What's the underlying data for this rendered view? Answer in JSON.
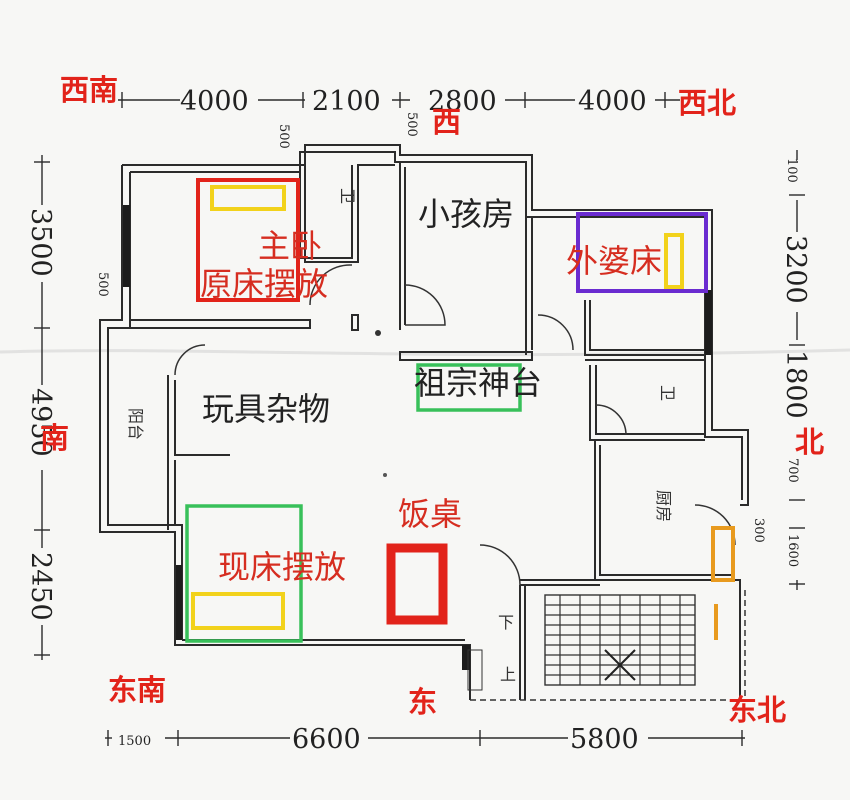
{
  "directions": {
    "southwest": "西南",
    "west": "西",
    "northwest": "西北",
    "south": "南",
    "north": "北",
    "southeast": "东南",
    "east": "东",
    "northeast": "东北"
  },
  "dimensions": {
    "top": [
      "4000",
      "2100",
      "2800",
      "4000"
    ],
    "bottom": [
      "1500",
      "6600",
      "5800"
    ],
    "left": [
      "3500",
      "4950",
      "2450"
    ],
    "right": [
      "100",
      "3200",
      "1800",
      "700",
      "1600"
    ],
    "wall_small": [
      "500",
      "500",
      "500",
      "300"
    ]
  },
  "printed_room_labels": {
    "bath_upper": "卫",
    "bath_right": "卫",
    "balcony": "阳台",
    "kitchen": "厨房",
    "stair_down": "下",
    "stair_up": "上"
  },
  "annotations": {
    "master_bedroom": "主卧",
    "original_bed": "原床摆放",
    "kids_room": "小孩房",
    "grandma_bed": "外婆床",
    "ancestral_altar": "祖宗神台",
    "toys_storage": "玩具杂物",
    "dining_table": "饭桌",
    "current_bed": "现床摆放"
  },
  "colors": {
    "direction_text": "#e2231a",
    "red_box": "#e2231a",
    "yellow_box": "#f2d21b",
    "green_box": "#38c05a",
    "purple_box": "#6a2bd0",
    "orange_box": "#e89a1e",
    "wall": "#2b2b2b"
  }
}
